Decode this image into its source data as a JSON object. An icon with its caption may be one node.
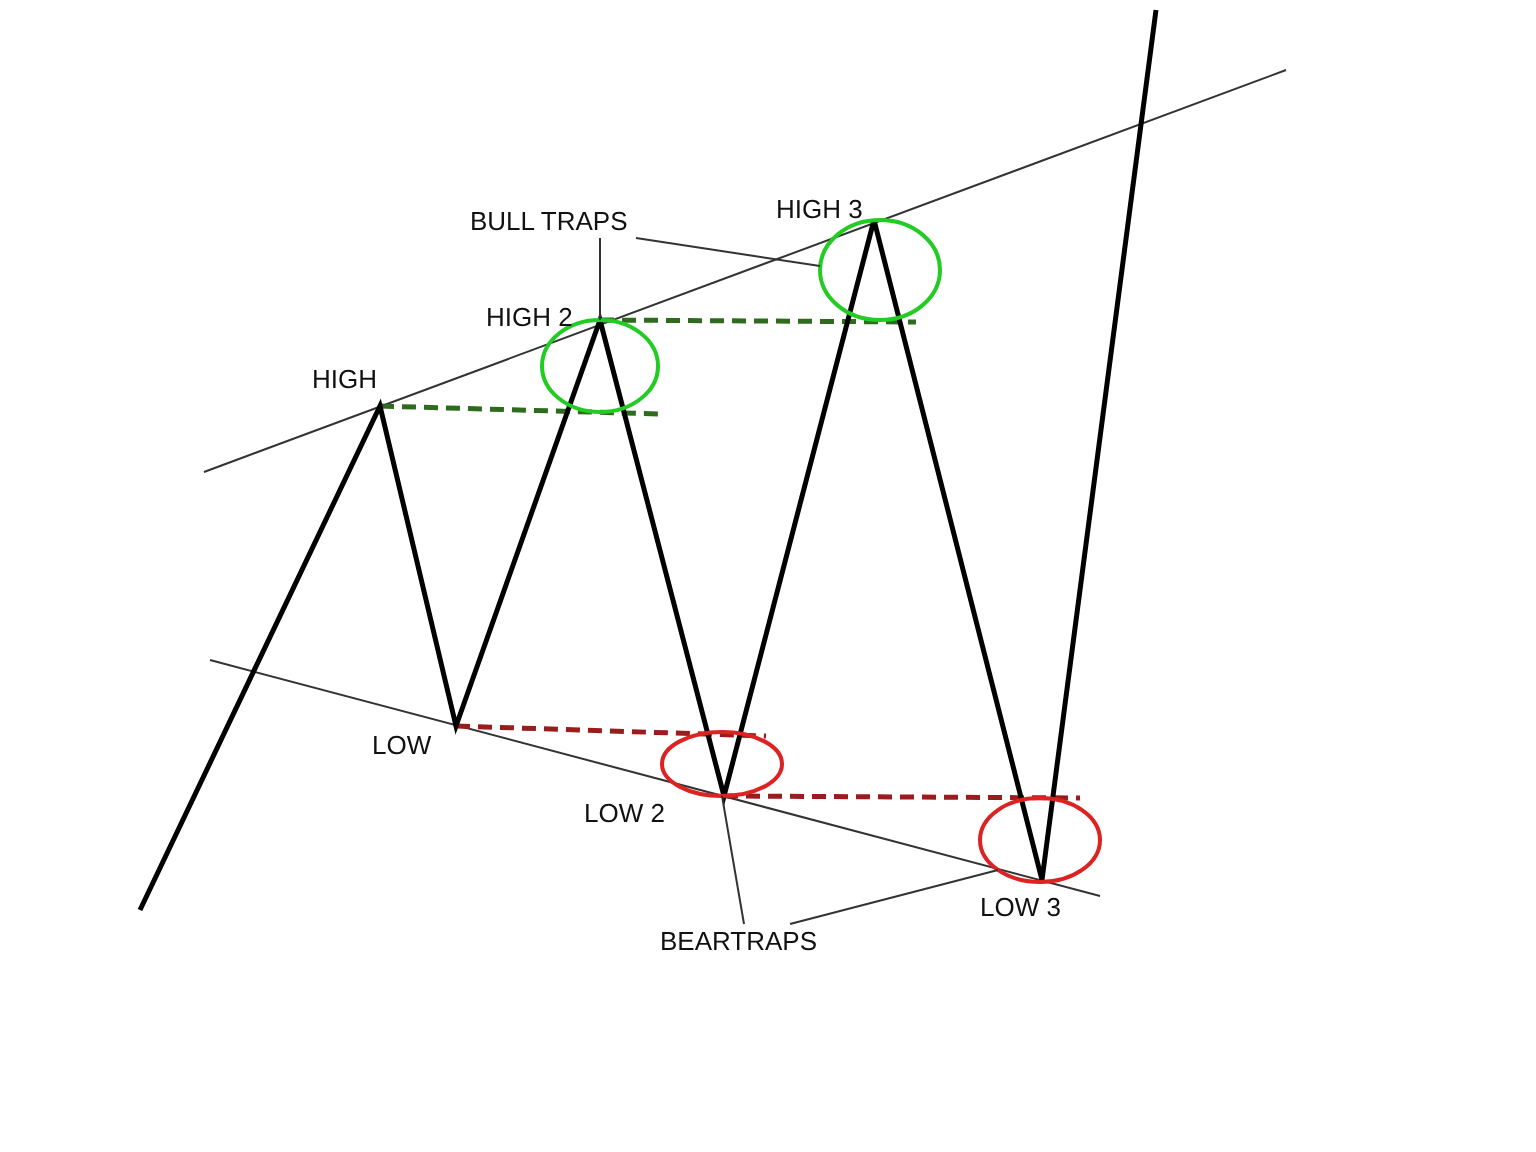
{
  "diagram": {
    "nodes": [
      {
        "text": [
          "BULL TRAPS"
        ]
      },
      {
        "text": [],
        "shape": "circle"
      },
      {
        "text": [],
        "shape": "circle"
      },
      {
        "text": [],
        "shape": "circle"
      },
      {
        "text": [],
        "shape": "circle"
      },
      {
        "text": [
          "BEARTRAPS"
        ]
      }
    ],
    "edges": [
      {
        "from": 0,
        "to": 1,
        "arrow": "none"
      },
      {
        "from": 0,
        "to": 2,
        "arrow": "none"
      },
      {
        "from": 5,
        "to": 3,
        "arrow": "none"
      },
      {
        "from": 5,
        "to": 4,
        "arrow": "none"
      }
    ],
    "labels": [
      "HIGH 3",
      "HIGH 2",
      "HIGH",
      "LOW",
      "LOW 2",
      "LOW 3"
    ]
  }
}
